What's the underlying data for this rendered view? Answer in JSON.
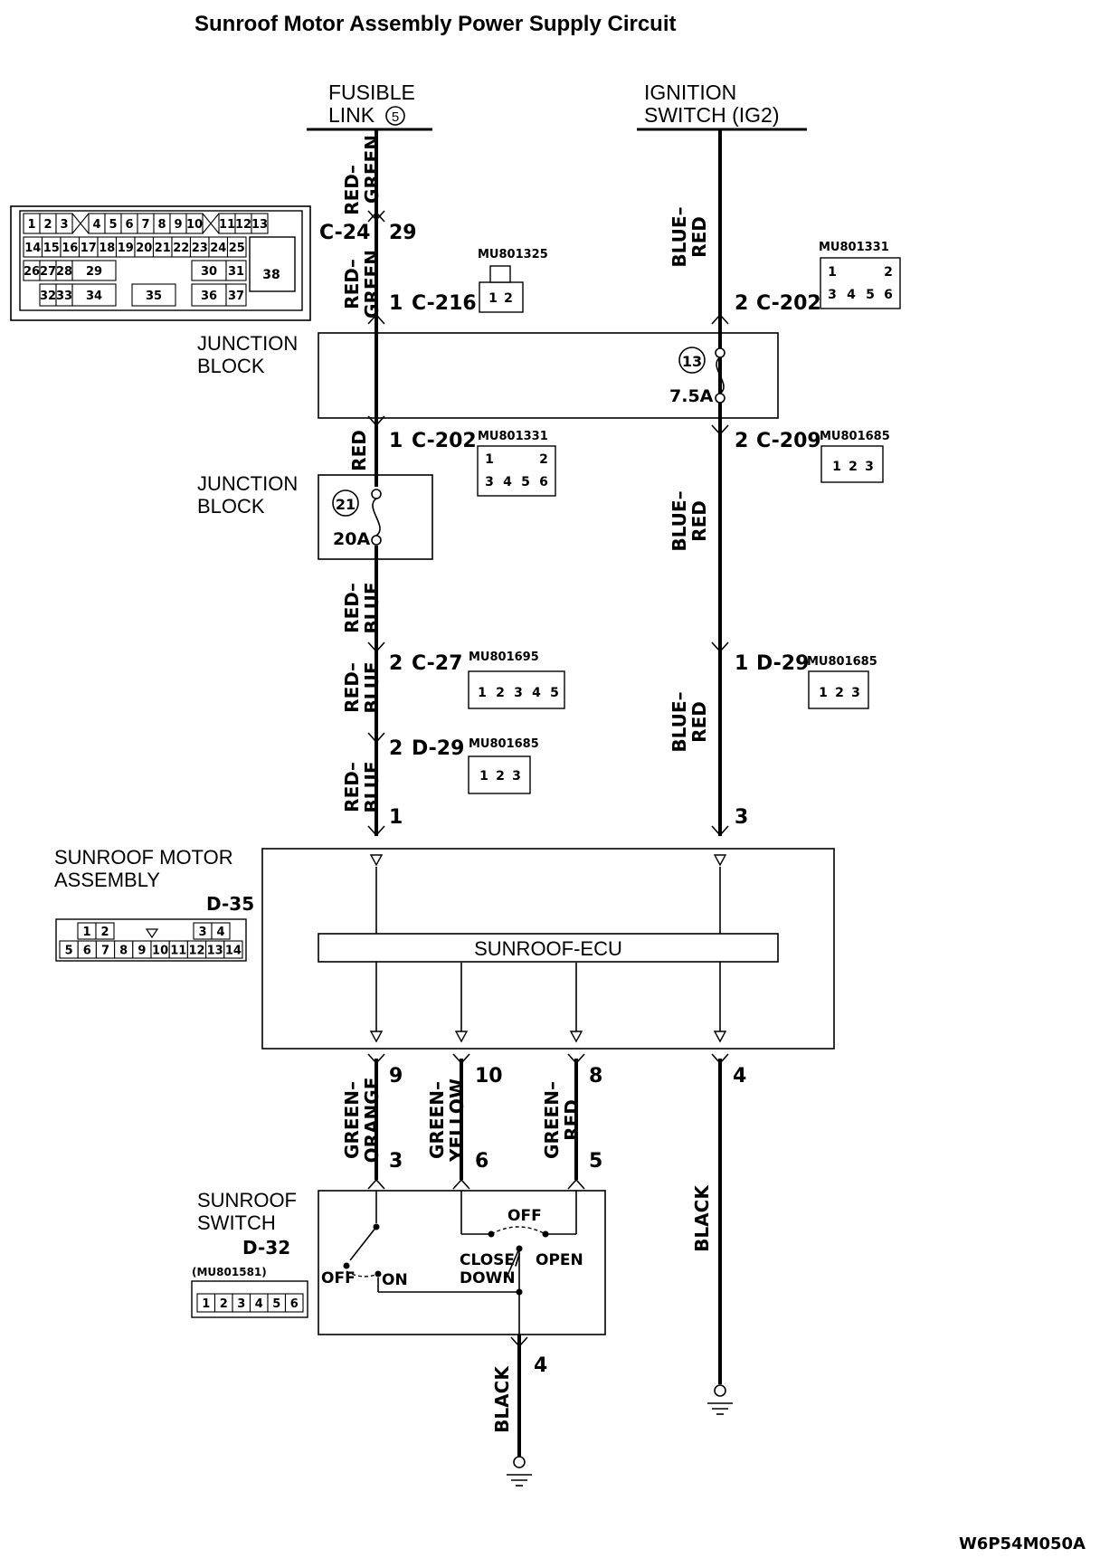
{
  "title": "Sunroof Motor Assembly Power Supply Circuit",
  "figure_code": "W6P54M050A",
  "sources": {
    "fusible_link": {
      "line1": "FUSIBLE",
      "line2": "LINK",
      "number": "5"
    },
    "ignition": {
      "line1": "IGNITION",
      "line2": "SWITCH (IG2)"
    }
  },
  "wire_colors": {
    "red_green": [
      "RED–",
      "GREEN"
    ],
    "red": "RED",
    "red_blue": [
      "RED–",
      "BLUE"
    ],
    "blue_red": [
      "BLUE–",
      "RED"
    ],
    "green_orange": [
      "GREEN–",
      "ORANGE"
    ],
    "green_yellow": [
      "GREEN–",
      "YELLOW"
    ],
    "green_red": [
      "GREEN–",
      "RED"
    ],
    "black": "BLACK"
  },
  "connectors": {
    "c24": {
      "name": "C-24",
      "pin": "29"
    },
    "c216": {
      "pin": "1",
      "name": "C-216",
      "part": "MU801325"
    },
    "c202_top": {
      "pin": "2",
      "name": "C-202",
      "part": "MU801331"
    },
    "c202_mid": {
      "pin": "1",
      "name": "C-202",
      "part": "MU801331"
    },
    "c209": {
      "pin": "2",
      "name": "C-209",
      "part": "MU801685"
    },
    "c27": {
      "pin": "2",
      "name": "C-27",
      "part": "MU801695"
    },
    "d29_left": {
      "pin": "2",
      "name": "D-29",
      "part": "MU801685"
    },
    "d29_right": {
      "pin": "1",
      "name": "D-29",
      "part": "MU801685"
    },
    "d35": {
      "name": "D-35"
    },
    "d32": {
      "name": "D-32",
      "part": "(MU801581)"
    }
  },
  "big_connector": {
    "row1": [
      "1",
      "2",
      "3",
      "4",
      "5",
      "6",
      "7",
      "8",
      "9",
      "10",
      "11",
      "12",
      "13"
    ],
    "row2": [
      "14",
      "15",
      "16",
      "17",
      "18",
      "19",
      "20",
      "21",
      "22",
      "23",
      "24",
      "25"
    ],
    "row3": [
      "26",
      "27",
      "28",
      "29",
      "30",
      "31"
    ],
    "row4": [
      "32",
      "33",
      "34",
      "35",
      "36",
      "37"
    ],
    "big": "38"
  },
  "junction_block_label": [
    "JUNCTION",
    "BLOCK"
  ],
  "fuse13": {
    "number": "13",
    "rating": "7.5A"
  },
  "fuse21": {
    "number": "21",
    "rating": "20A"
  },
  "motor": {
    "label1": "SUNROOF MOTOR",
    "label2": "ASSEMBLY",
    "ecu": "SUNROOF-ECU",
    "pins_in": [
      "1",
      "3"
    ],
    "pins_out": [
      "9",
      "10",
      "8",
      "4"
    ],
    "conn_row1": [
      "1",
      "2",
      "3",
      "4"
    ],
    "conn_row2": [
      "5",
      "6",
      "7",
      "8",
      "9",
      "10",
      "11",
      "12",
      "13",
      "14"
    ]
  },
  "sunroof_switch": {
    "label1": "SUNROOF",
    "label2": "SWITCH",
    "pins": [
      "3",
      "6",
      "5",
      "4"
    ],
    "off_left": "OFF",
    "on": "ON",
    "off_top": "OFF",
    "close_down": [
      "CLOSE/",
      "DOWN"
    ],
    "open": "OPEN",
    "conn_pins": [
      "1",
      "2",
      "3",
      "4",
      "5",
      "6"
    ]
  },
  "pins_small": {
    "mu801325": [
      "1",
      "2"
    ],
    "mu801331": [
      "1",
      "2",
      "3",
      "4",
      "5",
      "6"
    ],
    "mu801685": [
      "1",
      "2",
      "3"
    ],
    "mu801695": [
      "1",
      "2",
      "3",
      "4",
      "5"
    ]
  }
}
